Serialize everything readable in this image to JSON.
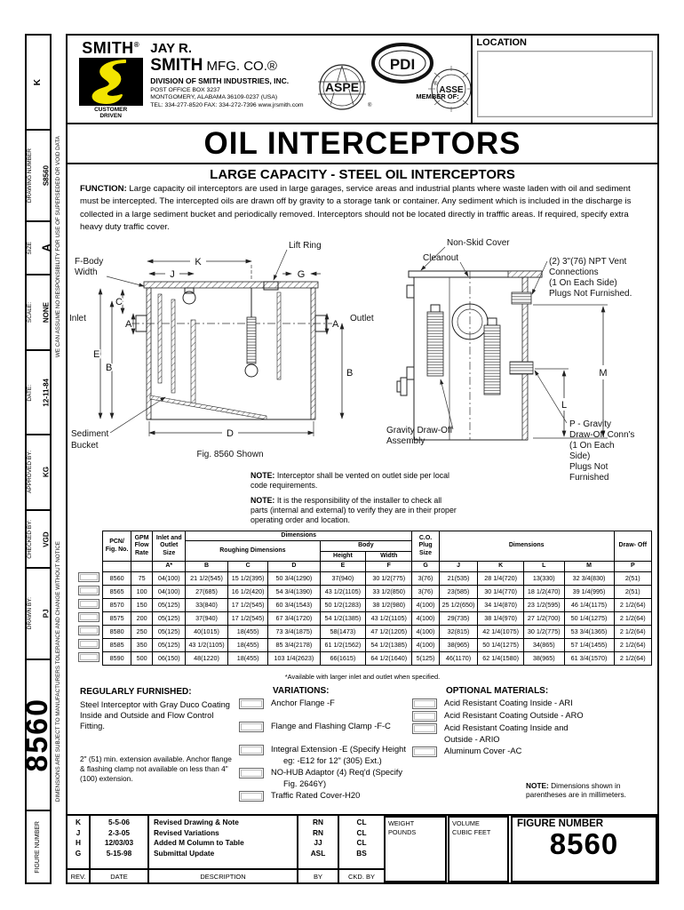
{
  "sidebar": {
    "rev_letter": "K",
    "cells": [
      {
        "label": "DRAWING NUMBER",
        "value": "S8560"
      },
      {
        "label": "SIZE",
        "value": "A"
      },
      {
        "label": "SCALE:",
        "value": "NONE"
      },
      {
        "label": "DATE:",
        "value": "12-11-84"
      },
      {
        "label": "APPROVED BY:",
        "value": "KG"
      },
      {
        "label": "CHECKED BY:",
        "value": "VGD"
      },
      {
        "label": "DRAWN BY:",
        "value": "PJ"
      }
    ],
    "figure_big": "8560",
    "figure_label": "FIGURE NUMBER",
    "disclaimer_top": "WE CAN ASSUME NO RESPONSIBILITY FOR USE OF SUPERSEDED OR VOID DATA",
    "disclaimer_bottom": "DIMENSIONS ARE SUBJECT TO MANUFACTURERS TOLERANCE AND CHANGE WITHOUT NOTICE"
  },
  "header": {
    "logo_word": "SMITH",
    "logo_reg": "®",
    "logo_tagline1": "CUSTOMER",
    "logo_tagline2": "DRIVEN",
    "company_line1": "JAY R.",
    "company_line2_bold": "SMITH",
    "company_line2_rest": " MFG. CO.®",
    "company_line3": "DIVISION OF SMITH INDUSTRIES, INC.",
    "address1": "POST OFFICE BOX 3237",
    "address2": "MONTGOMERY, ALABAMA  36109-0237  (USA)",
    "contact": "TEL: 334-277-8520   FAX: 334-272-7396    www.jrsmith.com",
    "member_of": "MEMBER OF:",
    "aspe": "ASPE",
    "pdi": "PDI",
    "asse": "ASSE",
    "location_label": "LOCATION"
  },
  "title": "OIL INTERCEPTORS",
  "subtitle": "LARGE CAPACITY - STEEL OIL INTERCEPTORS",
  "function": {
    "label": "FUNCTION:",
    "text": " Large capacity oil interceptors are used in large garages, service areas and industrial plants where waste laden with oil and sediment must be intercepted.  The intercepted oils are drawn off by gravity to a storage tank or container.  Any sediment which is included in the discharge is collected in a large sediment bucket and periodically removed.  Interceptors should not be located directly in trafffic areas.  If required, specify extra heavy duty traffic cover."
  },
  "diagram_left": {
    "f_body_1": "F-Body",
    "f_body_2": "Width",
    "k": "K",
    "j": "J",
    "g": "G",
    "lift_ring": "Lift Ring",
    "c": "C",
    "a_left": "A",
    "inlet": "Inlet",
    "e": "E",
    "b_left": "B",
    "outlet": "Outlet",
    "a_right": "A",
    "b_right": "B",
    "d": "D",
    "sediment_1": "Sediment",
    "sediment_2": "Bucket",
    "caption": "Fig. 8560 Shown"
  },
  "diagram_right": {
    "non_skid": "Non-Skid Cover",
    "cleanout": "Cleanout",
    "vent_1": "(2) 3\"(76) NPT Vent",
    "vent_2": "Connections",
    "vent_3": "(1 On Each Side)",
    "vent_4": "Plugs Not Furnished.",
    "m": "M",
    "l": "L",
    "gravity_1": "Gravity Draw-Off",
    "gravity_2": "Assembly",
    "p_1": "P - Gravity",
    "p_2": "Draw-Off Conn's",
    "p_3": "(1 On Each",
    "p_4": "Side)",
    "p_5": "Plugs Not",
    "p_6": "Furnished"
  },
  "notes": [
    {
      "label": "NOTE:",
      "text": " Interceptor shall be vented on outlet side per local code requirements."
    },
    {
      "label": "NOTE:",
      "text": " It is the responsibility of the installer to check all parts (internal and external) to verify they are in their proper operating order and location."
    }
  ],
  "table": {
    "h_pcn": "PCN/ Fig. No.",
    "h_gpm": "GPM Flow Rate",
    "h_inlet": "Inlet and Outlet Size",
    "h_dim1": "Dimensions",
    "h_rough": "Roughing Dimensions",
    "h_body": "Body",
    "h_height": "Height",
    "h_width": "Width",
    "h_co": "C.O. Plug Size",
    "h_dim2": "Dimensions",
    "h_draw": "Draw- Off",
    "letters": [
      "A*",
      "B",
      "C",
      "D",
      "E",
      "F",
      "G",
      "J",
      "K",
      "L",
      "M",
      "P"
    ],
    "rows": [
      [
        "8560",
        "75",
        "04(100)",
        "21 1/2(545)",
        "15 1/2(395)",
        "50 3/4(1290)",
        "37(940)",
        "30 1/2(775)",
        "3(76)",
        "21(535)",
        "28 1/4(720)",
        "13(330)",
        "32 3/4(830)",
        "2(51)"
      ],
      [
        "8565",
        "100",
        "04(100)",
        "27(685)",
        "16 1/2(420)",
        "54 3/4(1390)",
        "43 1/2(1105)",
        "33 1/2(850)",
        "3(76)",
        "23(585)",
        "30 1/4(770)",
        "18 1/2(470)",
        "39 1/4(995)",
        "2(51)"
      ],
      [
        "8570",
        "150",
        "05(125)",
        "33(840)",
        "17 1/2(545)",
        "60 3/4(1543)",
        "50 1/2(1283)",
        "38 1/2(980)",
        "4(100)",
        "25 1/2(650)",
        "34 1/4(870)",
        "23 1/2(595)",
        "46 1/4(1175)",
        "2 1/2(64)"
      ],
      [
        "8575",
        "200",
        "05(125)",
        "37(940)",
        "17 1/2(545)",
        "67 3/4(1720)",
        "54 1/2(1385)",
        "43 1/2(1105)",
        "4(100)",
        "29(735)",
        "38 1/4(970)",
        "27 1/2(700)",
        "50 1/4(1275)",
        "2 1/2(64)"
      ],
      [
        "8580",
        "250",
        "05(125)",
        "40(1015)",
        "18(455)",
        "73 3/4(1875)",
        "58(1473)",
        "47 1/2(1205)",
        "4(100)",
        "32(815)",
        "42 1/4(1075)",
        "30 1/2(775)",
        "53 3/4(1365)",
        "2 1/2(64)"
      ],
      [
        "8585",
        "350",
        "05(125)",
        "43 1/2(1105)",
        "18(455)",
        "85 3/4(2178)",
        "61 1/2(1562)",
        "54 1/2(1385)",
        "4(100)",
        "38(965)",
        "50 1/4(1275)",
        "34(865)",
        "57 1/4(1455)",
        "2 1/2(64)"
      ],
      [
        "8590",
        "500",
        "06(150)",
        "48(1220)",
        "18(455)",
        "103 1/4(2623)",
        "66(1615)",
        "64 1/2(1640)",
        "5(125)",
        "46(1170)",
        "62 1/4(1580)",
        "38(965)",
        "61 3/4(1570)",
        "2 1/2(64)"
      ]
    ],
    "footnote": "*Available with larger inlet and outlet when specified."
  },
  "regularly_furnished": {
    "title": "REGULARLY FURNISHED:",
    "body": "Steel Interceptor with Gray Duco Coating Inside and Outside and Flow Control Fitting.",
    "ext_note": "2\" (51) min. extension available. Anchor flange & flashing clamp not available on less than 4\"(100) extension."
  },
  "variations": {
    "title": "VARIATIONS:",
    "items": [
      {
        "label": "Anchor Flange -F",
        "label2": ""
      },
      {
        "label": "Flange and Flashing Clamp -F-C",
        "label2": ""
      },
      {
        "label": "Integral Extension -E (Specify Height",
        "label2": "eg: -E12 for 12\" (305) Ext.)"
      },
      {
        "label": "NO-HUB Adaptor (4) Req'd (Specify",
        "label2": "Fig. 2646Y)"
      },
      {
        "label": "Traffic Rated Cover-H20",
        "label2": ""
      }
    ]
  },
  "optional_materials": {
    "title": "OPTIONAL MATERIALS:",
    "items": [
      {
        "label": "Acid Resistant Coating Inside - ARI",
        "label2": ""
      },
      {
        "label": "Acid Resistant Coating Outside - ARO",
        "label2": ""
      },
      {
        "label": "Acid Resistant Coating Inside and",
        "label2": "Outside - ARIO"
      },
      {
        "label": "Aluminum Cover -AC",
        "label2": ""
      }
    ]
  },
  "mm_note": {
    "label": "NOTE:",
    "text": " Dimensions shown in parentheses are in millimeters."
  },
  "revisions": {
    "rows": [
      {
        "rev": "K",
        "date": "5-5-06",
        "desc": "Revised Drawing & Note",
        "by": "RN",
        "ckd": "CL"
      },
      {
        "rev": "J",
        "date": "2-3-05",
        "desc": "Revised Variations",
        "by": "RN",
        "ckd": "CL"
      },
      {
        "rev": "H",
        "date": "12/03/03",
        "desc": "Added M Column to Table",
        "by": "JJ",
        "ckd": "CL"
      },
      {
        "rev": "G",
        "date": "5-15-98",
        "desc": "Submittal Update",
        "by": "ASL",
        "ckd": "BS"
      }
    ],
    "headers": {
      "rev": "REV.",
      "date": "DATE",
      "desc": "DESCRIPTION",
      "by": "BY",
      "ckd": "CKD. BY"
    }
  },
  "footer_boxes": {
    "weight": "WEIGHT",
    "pounds": "POUNDS",
    "volume": "VOLUME",
    "cubic_feet": "CUBIC FEET",
    "figure_label": "FIGURE NUMBER",
    "figure_value": "8560"
  },
  "colors": {
    "logo_yellow": "#f2e400",
    "ink": "#000000"
  }
}
